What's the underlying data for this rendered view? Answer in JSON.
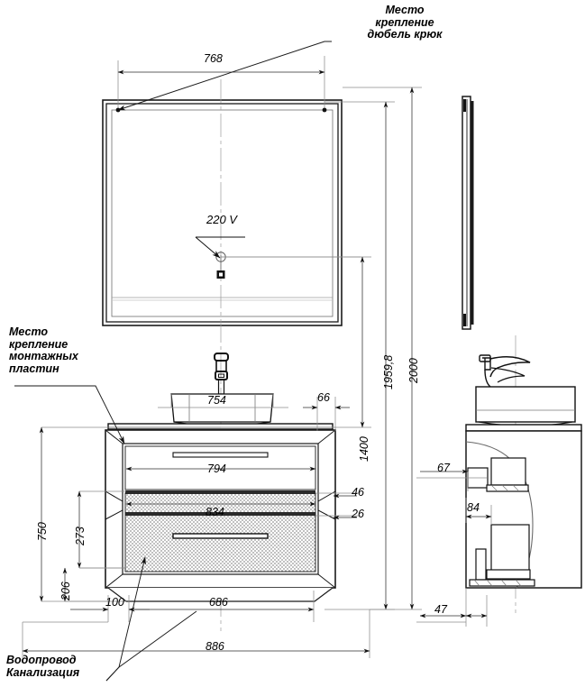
{
  "drawing": {
    "title": "Technical dimension drawing - bathroom vanity with mirror",
    "units": "mm"
  },
  "annotations": {
    "hook_mount": "Место\nкрепление\nдюбель крюк",
    "plate_mount": "Место\nкрепление\nмонтажных\nпластин",
    "plumbing": "Водопровод\nКанализация",
    "power": "220 V"
  },
  "dimensions": {
    "mirror_width": "768",
    "sink_width": "754",
    "overhang_right": "66",
    "cabinet_top_width": "794",
    "cabinet_drawer_width": "834",
    "drawer_gap_upper": "46",
    "drawer_gap_lower": "26",
    "offset_left": "100",
    "base_width": "686",
    "total_width": "886",
    "height_total_left": "750",
    "height_mid": "273",
    "height_low": "206",
    "height_counter": "1400",
    "height_mirror_top": "1959,8",
    "height_overall": "2000",
    "side_depth_a": "67",
    "side_depth_b": "84",
    "side_depth_c": "47"
  },
  "colors": {
    "line": "#1a1a1a",
    "thin": "#555555",
    "hatch": "#9a9a9a",
    "background": "#ffffff"
  }
}
